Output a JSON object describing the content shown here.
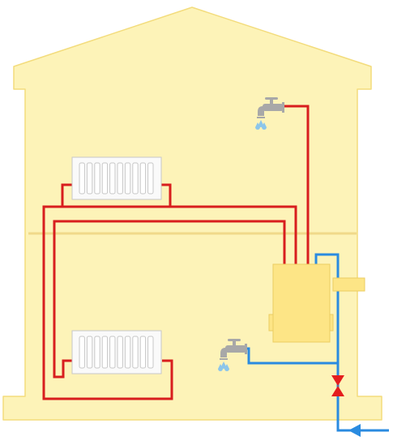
{
  "diagram": {
    "colors": {
      "background": "#ffffff",
      "house_fill": "#fdf3b8",
      "house_stroke": "#f3dc7c",
      "floor_line": "#f0d98a",
      "hot_pipe": "#d81e1e",
      "cold_pipe": "#2a8be0",
      "boiler_fill": "#fde586",
      "boiler_stroke": "#eccd62",
      "radiator_fill": "#fafafa",
      "radiator_stroke": "#c7c7c7",
      "faucet_color": "#a8a8a8",
      "water_drop": "#8cc6ea",
      "valve_color": "#e41e1e"
    },
    "components": [
      {
        "name": "house",
        "kind": "building"
      },
      {
        "name": "floor-divider",
        "kind": "floor"
      },
      {
        "name": "boiler",
        "kind": "boiler"
      },
      {
        "name": "radiator-upper",
        "kind": "radiator",
        "fins": 10
      },
      {
        "name": "radiator-lower",
        "kind": "radiator",
        "fins": 10
      },
      {
        "name": "faucet-upper",
        "kind": "hot-water-tap"
      },
      {
        "name": "faucet-lower",
        "kind": "cold-water-tap"
      },
      {
        "name": "cold-inlet-valve",
        "kind": "valve"
      }
    ],
    "pipes": {
      "hot": [
        "boiler-to-upper-faucet",
        "boiler-to-upper-radiator",
        "boiler-to-lower-radiator"
      ],
      "cold": [
        "mains-inlet",
        "boiler-cold-feed",
        "lower-faucet-cold-feed"
      ]
    },
    "icons": [
      "faucet-icon",
      "water-drops-icon",
      "valve-icon",
      "inlet-arrow-icon"
    ]
  }
}
